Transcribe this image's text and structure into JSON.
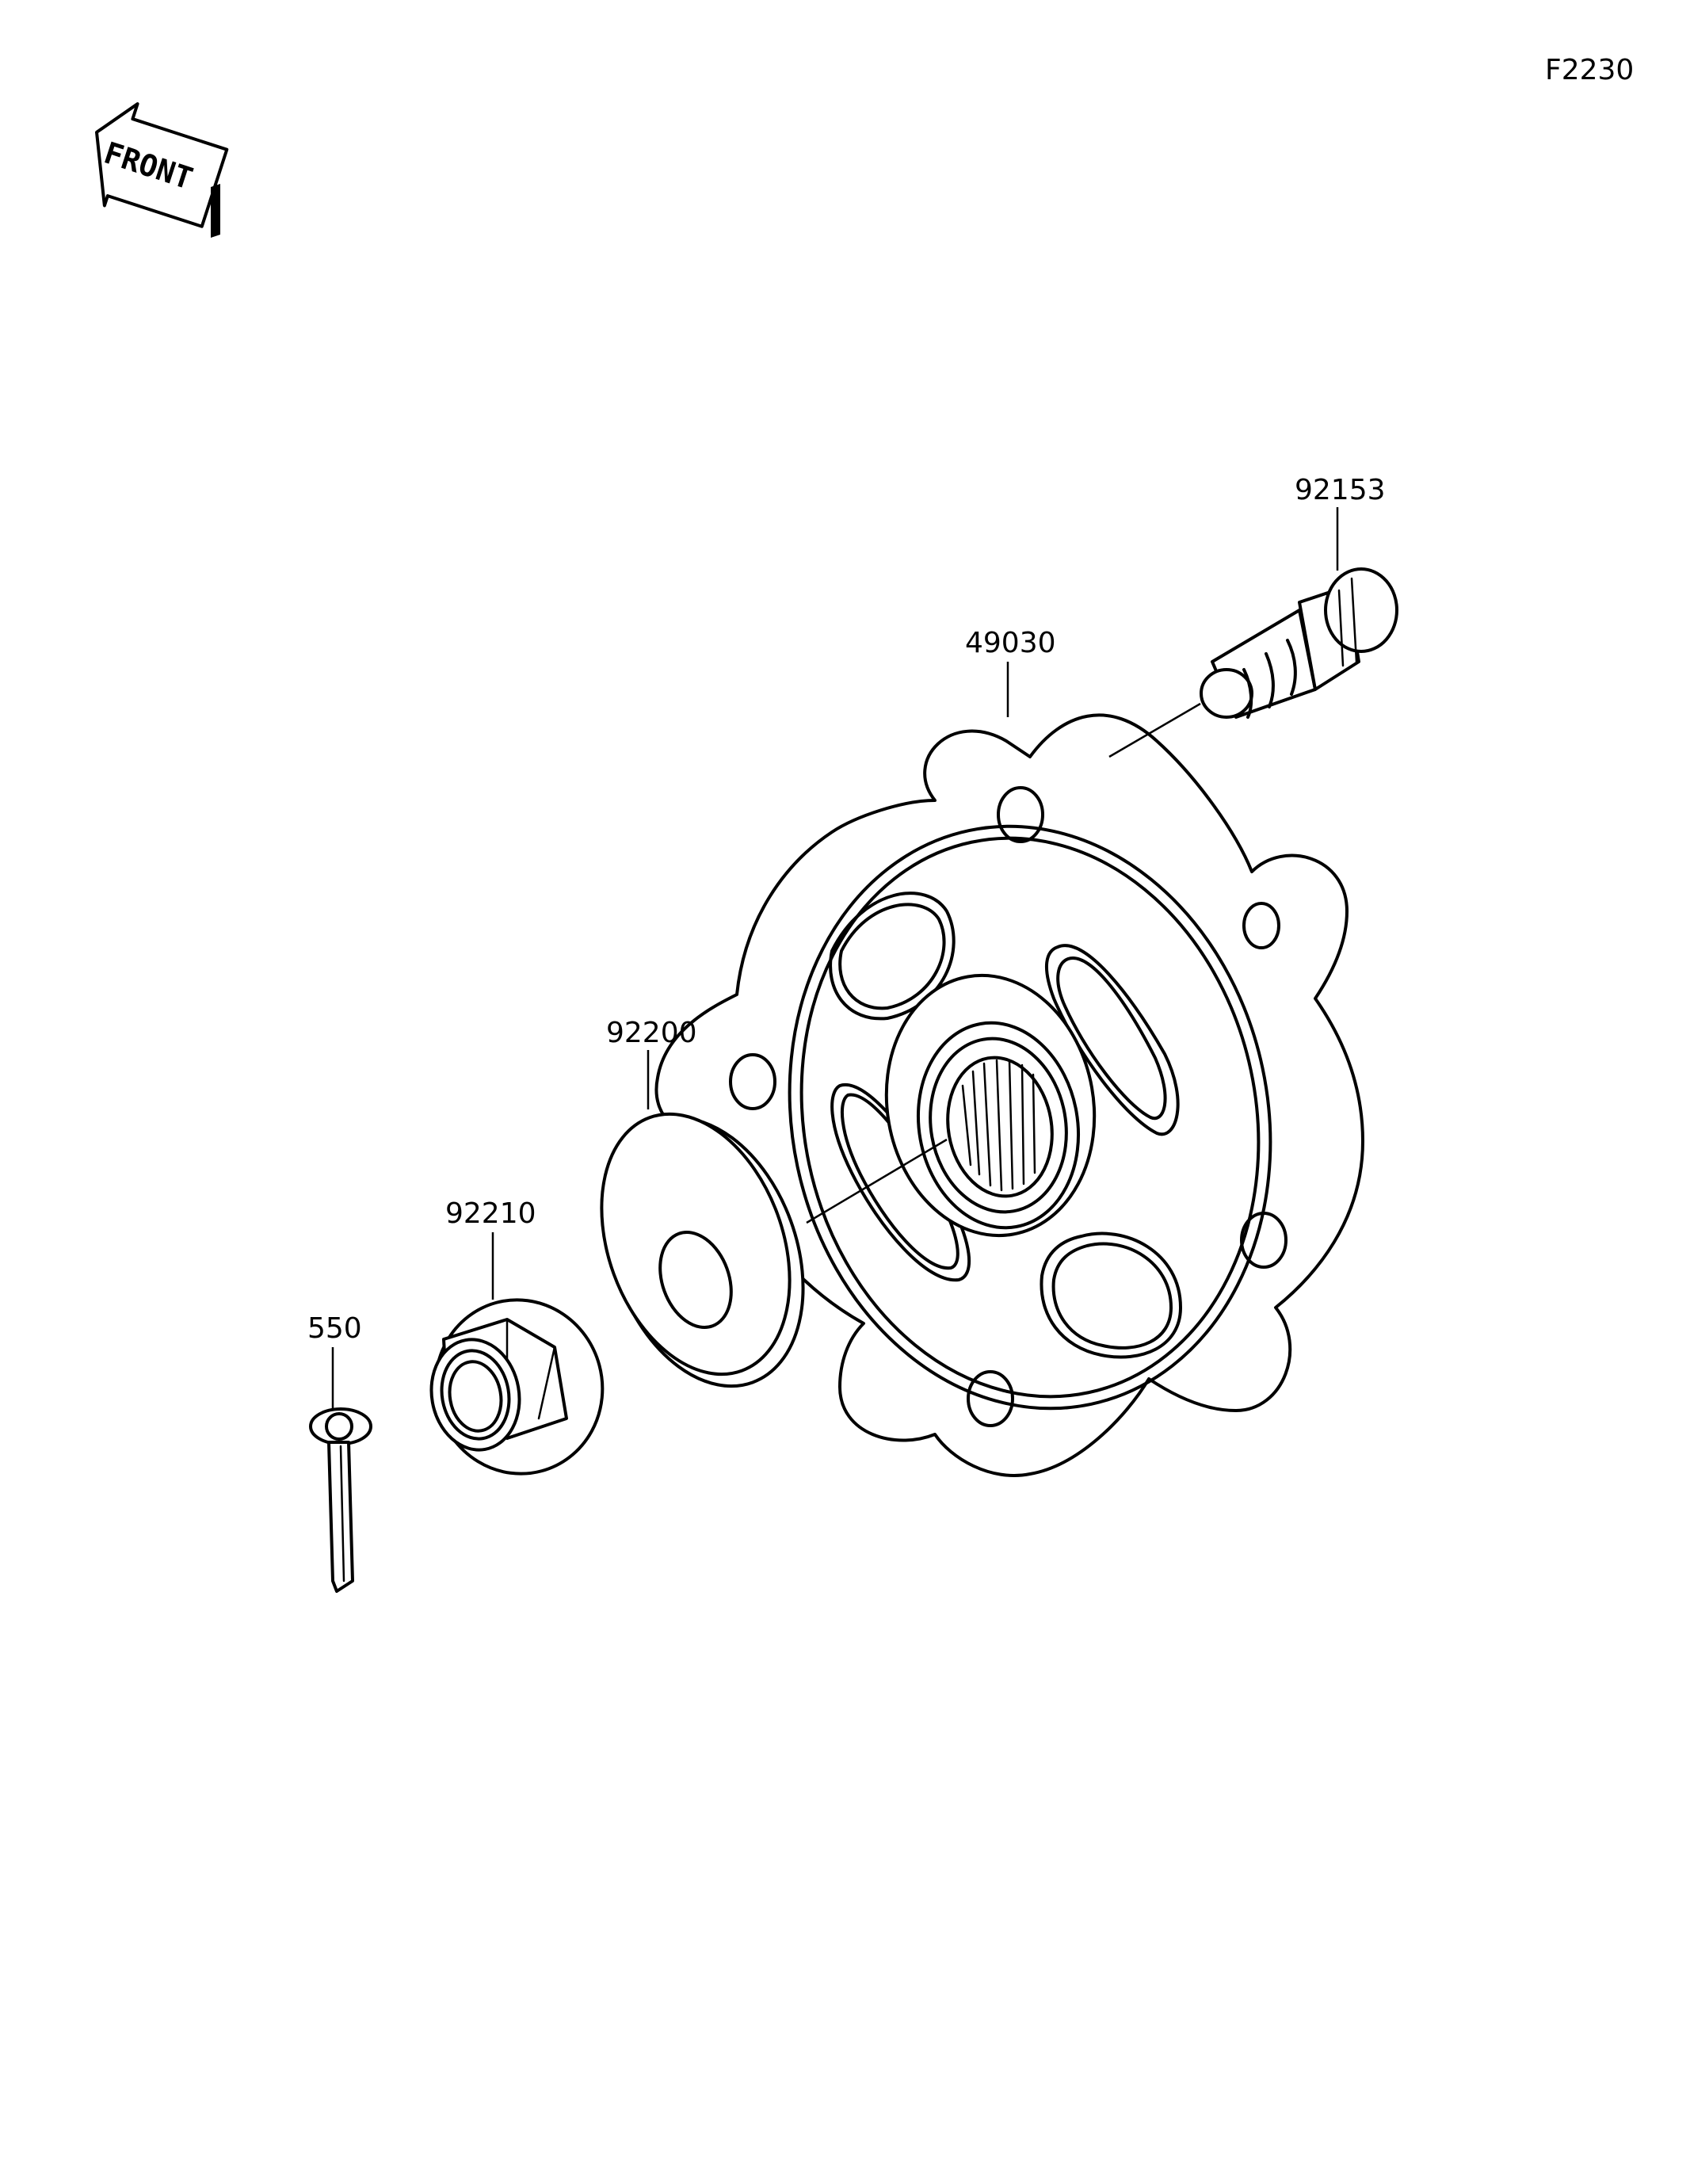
{
  "figure_code": "F2230",
  "front_arrow": {
    "text": "FRONT",
    "icon": "front-arrow-icon"
  },
  "parts": [
    {
      "number": "92153",
      "name": "hub-bolt"
    },
    {
      "number": "49030",
      "name": "hub"
    },
    {
      "number": "92200",
      "name": "washer"
    },
    {
      "number": "92210",
      "name": "castle-nut"
    },
    {
      "number": "550",
      "name": "cotter-pin"
    }
  ]
}
